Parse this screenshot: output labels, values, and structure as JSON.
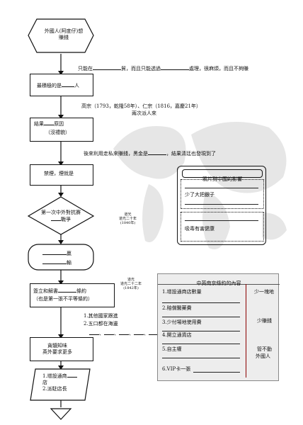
{
  "flowchart": {
    "start": "外國人(阿度仔)想賺錢",
    "note1": {
      "a": "只能在",
      "b": "貿，而且只能透過",
      "c": "處理，很麻煩，而且不夠賺"
    },
    "box2": {
      "a": "最積極的是",
      "b": "人"
    },
    "note2": {
      "line1": "高宗（1793，乾隆58年）、仁宗（1816，嘉慶21年）",
      "line2": "兩次派人來"
    },
    "box3": {
      "a": "結果",
      "b": "原因",
      "c": "（沒禮貌）"
    },
    "note3": {
      "a": "後來利用走私來賺錢，黑金是",
      "b": "，結果清廷也發現到了"
    },
    "box4": "禁煙，煙就是",
    "decision": {
      "line1": "第一次中外對抗賽",
      "line2": "戰爭"
    },
    "result": {
      "win": "贏",
      "lose": "輸"
    },
    "box6": {
      "a": "簽立和解書",
      "b": "條約",
      "c": "（也是第一張不平等條約）"
    },
    "sub": {
      "line1": "1.其他國家跟進",
      "line2": "2.五口都在海邊"
    },
    "box7": {
      "line1": "貪髓知味",
      "line2": "英外要求更多"
    },
    "para": {
      "line1": "1.增設通商",
      "line2": "店",
      "line3": "2.派駐店長"
    }
  },
  "timeline": {
    "t1": {
      "line1": "道光",
      "line2": "道光二十年",
      "line3": "(1840年)"
    },
    "t2": {
      "line1": "道光",
      "line2": "道光二十二年",
      "line3": "(1842年)"
    }
  },
  "opium_panel": {
    "title": "鴉片對中國的影響",
    "item1": "少了大把銀子",
    "item2": "吸毒有害健康"
  },
  "treaty_panel": {
    "title": "中英南京條約的內容",
    "items": [
      "1.增設通商店數量",
      "2.賠償醫藥費",
      "3.少付場地使用費",
      "4.開立通貨店",
      "5.自主權",
      "6.VIP卡一張"
    ],
    "notes": [
      "少一塊地",
      "少賺錢",
      "管不動",
      "外國人"
    ]
  }
}
